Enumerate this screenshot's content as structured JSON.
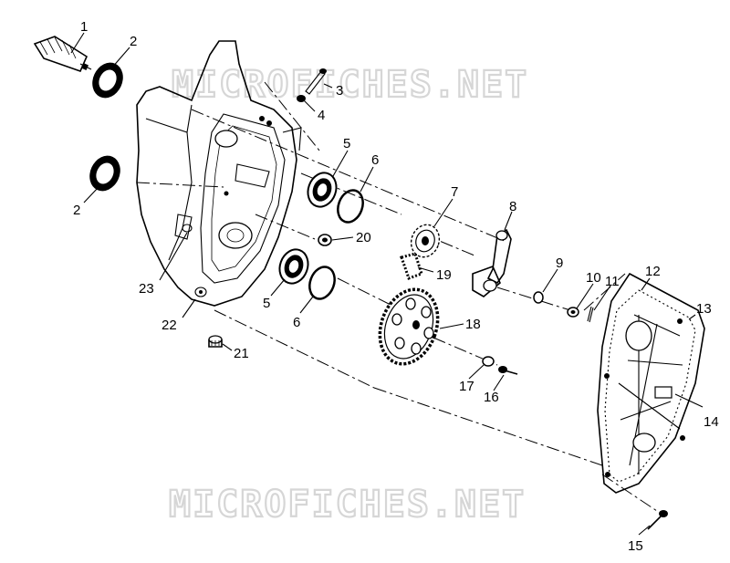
{
  "watermark": {
    "text": "MICROFICHES.NET"
  },
  "colors": {
    "lines": "#000000",
    "background": "#ffffff",
    "watermark": "#d6d6d6"
  },
  "callouts": [
    {
      "id": "1",
      "label": "1"
    },
    {
      "id": "2a",
      "label": "2"
    },
    {
      "id": "2b",
      "label": "2"
    },
    {
      "id": "3",
      "label": "3"
    },
    {
      "id": "4",
      "label": "4"
    },
    {
      "id": "5a",
      "label": "5"
    },
    {
      "id": "5b",
      "label": "5"
    },
    {
      "id": "6a",
      "label": "6"
    },
    {
      "id": "6b",
      "label": "6"
    },
    {
      "id": "7",
      "label": "7"
    },
    {
      "id": "8",
      "label": "8"
    },
    {
      "id": "9",
      "label": "9"
    },
    {
      "id": "10",
      "label": "10"
    },
    {
      "id": "11",
      "label": "11"
    },
    {
      "id": "12",
      "label": "12"
    },
    {
      "id": "13",
      "label": "13"
    },
    {
      "id": "14",
      "label": "14"
    },
    {
      "id": "15",
      "label": "15"
    },
    {
      "id": "16",
      "label": "16"
    },
    {
      "id": "17",
      "label": "17"
    },
    {
      "id": "18",
      "label": "18"
    },
    {
      "id": "19",
      "label": "19"
    },
    {
      "id": "20",
      "label": "20"
    },
    {
      "id": "21",
      "label": "21"
    },
    {
      "id": "22",
      "label": "22"
    },
    {
      "id": "23",
      "label": "23"
    }
  ]
}
